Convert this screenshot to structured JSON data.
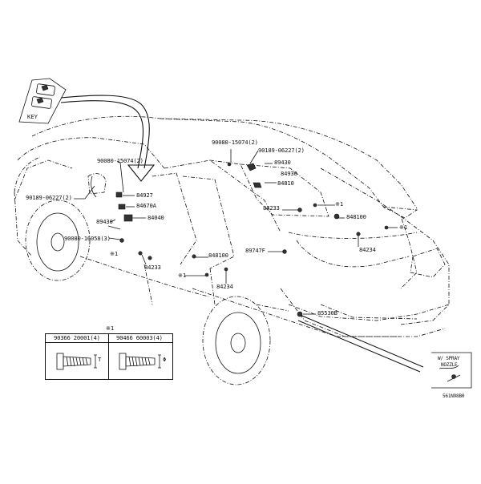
{
  "diagram": {
    "callouts": [
      {
        "id": "c_90080_15074_left",
        "text": "90080-15074(2)"
      },
      {
        "id": "c_90189_06227_left",
        "text": "90189-06227(2)"
      },
      {
        "id": "c_89430_left",
        "text": "89430"
      },
      {
        "id": "c_90080_16058",
        "text": "90080-16058(3)"
      },
      {
        "id": "c_star1_a",
        "text": "※1"
      },
      {
        "id": "c_84927",
        "text": "84927"
      },
      {
        "id": "c_84670a",
        "text": "84670A"
      },
      {
        "id": "c_84040",
        "text": "84040"
      },
      {
        "id": "c_84233_left",
        "text": "84233"
      },
      {
        "id": "c_star1_b",
        "text": "※1"
      },
      {
        "id": "c_848100_mid",
        "text": "848100"
      },
      {
        "id": "c_89747f",
        "text": "89747F"
      },
      {
        "id": "c_84234_mid",
        "text": "84234"
      },
      {
        "id": "c_90080_15074_right",
        "text": "90080-15074(2)"
      },
      {
        "id": "c_90189_06227_right",
        "text": "90189-06227(2)"
      },
      {
        "id": "c_89430_right",
        "text": "89430"
      },
      {
        "id": "c_84930",
        "text": "84930"
      },
      {
        "id": "c_84810",
        "text": "84810"
      },
      {
        "id": "c_84233_right",
        "text": "84233"
      },
      {
        "id": "c_star1_c",
        "text": "※1"
      },
      {
        "id": "c_848100_right",
        "text": "848100"
      },
      {
        "id": "c_star1_d",
        "text": "※1"
      },
      {
        "id": "c_84234_right",
        "text": "84234"
      },
      {
        "id": "c_85530b",
        "text": "85530B"
      }
    ],
    "inset_star": "※1",
    "bolt_table": {
      "left_header": "90366 20001(4)",
      "right_header": "90466 60003(4)",
      "left_dim": "T",
      "right_dim": "Φ"
    },
    "key_box_label": "KEY",
    "wiring_note": {
      "line1": "W/ SPRAY",
      "line2": "NOZZLE"
    },
    "figure_code": "561N98B0"
  }
}
